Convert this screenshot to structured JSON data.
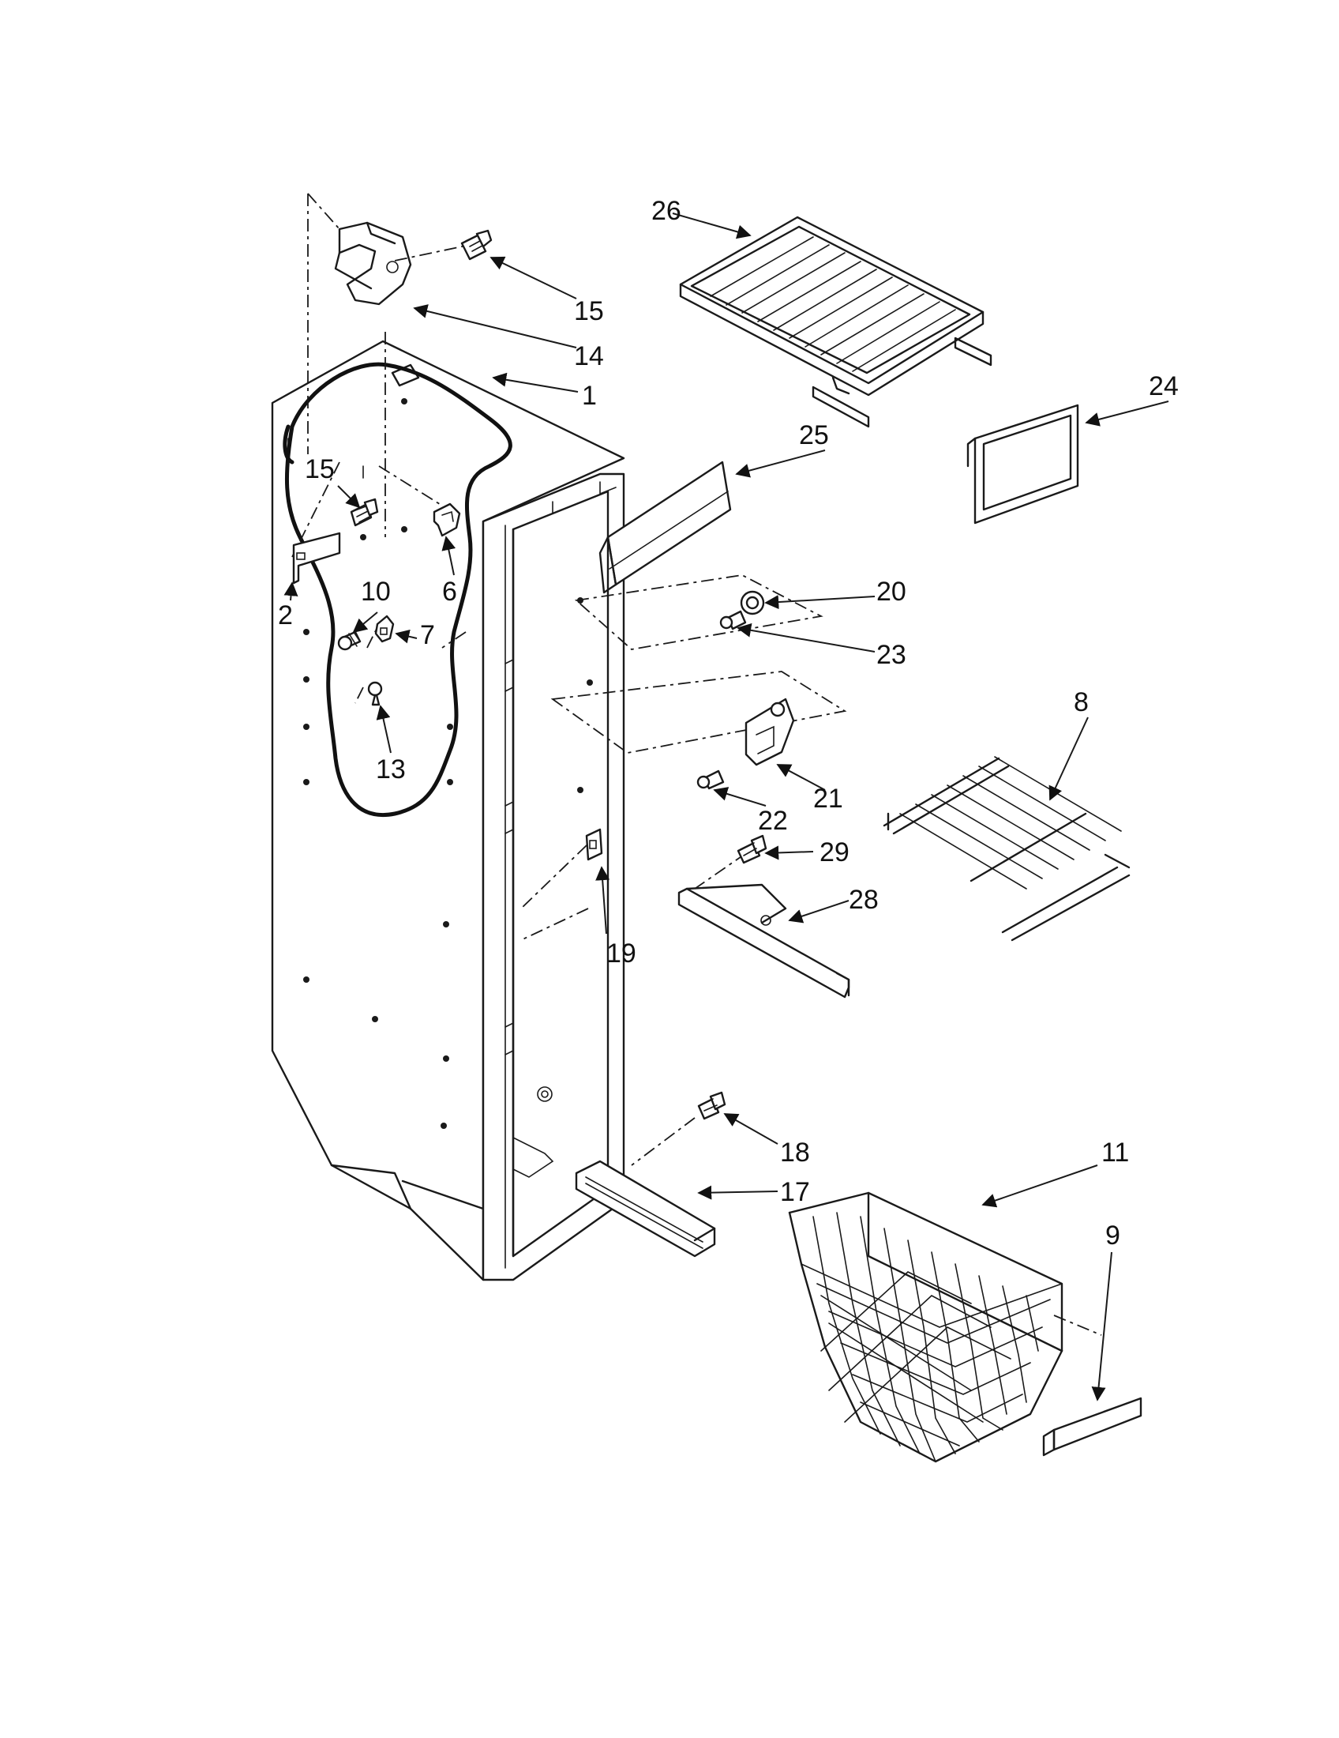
{
  "callouts": [
    "1",
    "2",
    "6",
    "7",
    "8",
    "9",
    "10",
    "11",
    "13",
    "14",
    "15",
    "15",
    "17",
    "18",
    "19",
    "20",
    "21",
    "22",
    "23",
    "24",
    "25",
    "26",
    "28",
    "29"
  ]
}
